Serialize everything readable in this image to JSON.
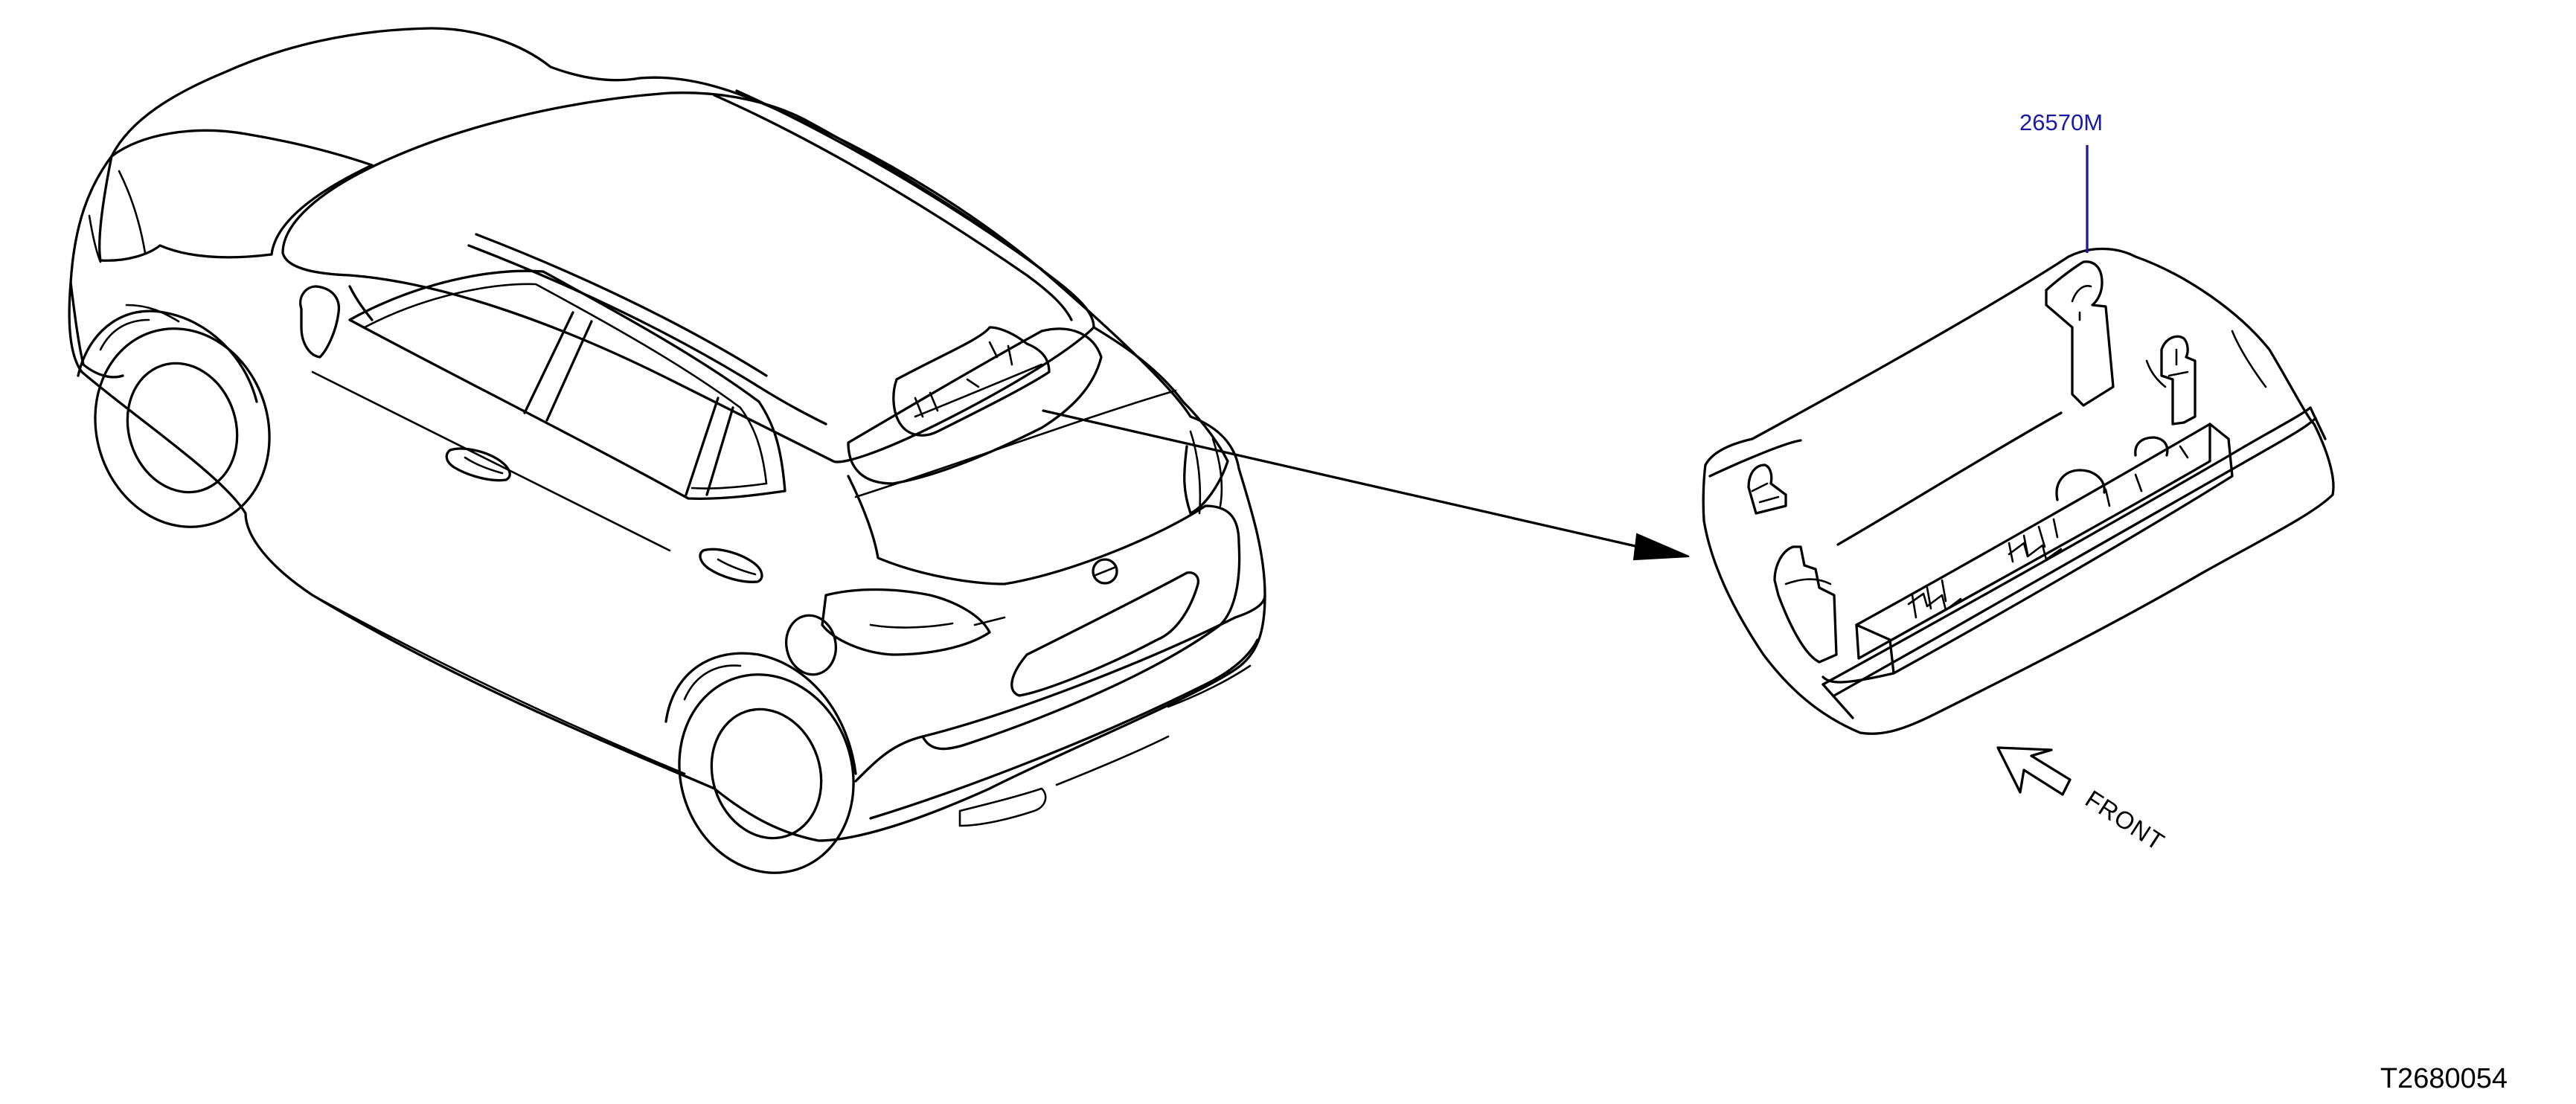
{
  "part_callout": {
    "number": "26570M",
    "color": "#1a1aa6"
  },
  "direction_indicator": {
    "label": "FRONT"
  },
  "diagram_code": "T2680054"
}
